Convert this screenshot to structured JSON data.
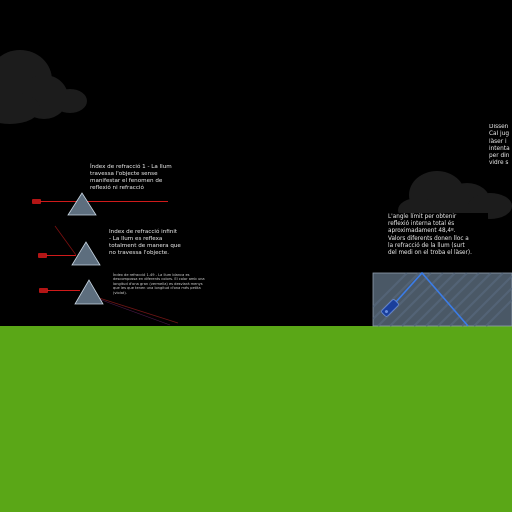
{
  "scene": {
    "colors": {
      "sky": "#000000",
      "ground": "#5aa717",
      "cloud": "#1c1c1c",
      "laser": "#d01a1a",
      "beam_blue": "#3b7de8",
      "prism_fill": "#5d6e7e",
      "glass_block": "#4a5866"
    },
    "icons": [
      "cloud-icon",
      "laser-emitter-icon",
      "prism-icon",
      "glass-block-icon",
      "laser-device-icon"
    ]
  },
  "notes": {
    "index1": "Índex de refracció 1 - La llum\ntravessa l'objecte sense\nmanifestar el fenomen de\nreflexió ni refracció",
    "infinite": "Index de refracció infinit\n- La llum es reflexa\ntotalment de manera que\nno travessa l'objecte.",
    "dispersion": "Índex de refracció 1.49 - La llum blanca es\ndescompossa en diferents colors. El color amb una\nlongitud d'ona gran (vermella) es desviarà menys\nque les que tenen una longitud d'ona més petita\n(violat).",
    "critical_angle": "L'angle límit per obtenir\nreflexió interna total és\naproximadament 48,4º.\nValors diferents donen lloc a\nla refracció de la llum (surt\ndel medi on el troba el làser).",
    "design": "Dissen\nCal jug\nlàser i\nintenta\nper din\nvidre s"
  }
}
